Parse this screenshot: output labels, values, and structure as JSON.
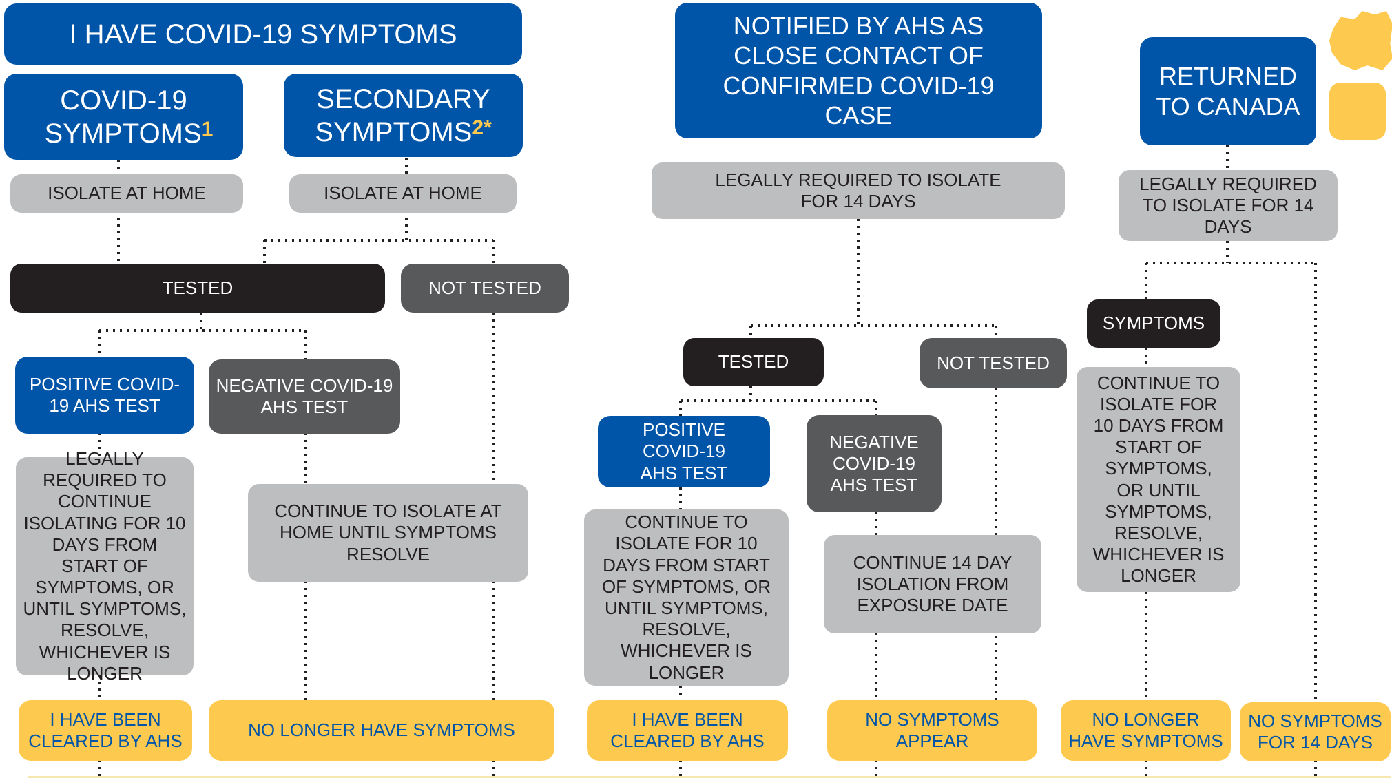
{
  "columns": [
    {
      "title": "I HAVE COVID-19 SYMPTOMS",
      "primary": {
        "label": "COVID-19 SYMPTOMS",
        "note": "1"
      },
      "secondary": {
        "label": "SECONDARY SYMPTOMS",
        "note": "2*"
      },
      "isolate_primary": "ISOLATE AT HOME",
      "isolate_secondary": "ISOLATE AT HOME",
      "tested": "TESTED",
      "not_tested": "NOT TESTED",
      "positive": "POSITIVE COVID-19 AHS TEST",
      "negative": "NEGATIVE COVID-19 AHS TEST",
      "positive_action": "LEGALLY REQUIRED TO CONTINUE ISOLATING FOR 10 DAYS FROM START OF SYMPTOMS, OR UNTIL SYMPTOMS, RESOLVE, WHICHEVER IS LONGER",
      "negative_action": "CONTINUE TO ISOLATE AT HOME UNTIL SYMPTOMS RESOLVE",
      "outcome_positive": "I HAVE BEEN CLEARED BY AHS",
      "outcome_negative": "NO LONGER HAVE SYMPTOMS"
    },
    {
      "title": "NOTIFIED BY AHS AS CLOSE CONTACT OF CONFIRMED COVID-19 CASE",
      "requirement": "LEGALLY REQUIRED TO ISOLATE FOR 14 DAYS",
      "tested": "TESTED",
      "not_tested": "NOT TESTED",
      "positive": "POSITIVE COVID-19 AHS TEST",
      "negative": "NEGATIVE COVID-19 AHS TEST",
      "positive_action": "CONTINUE TO ISOLATE FOR 10 DAYS FROM START OF SYMPTOMS, OR UNTIL SYMPTOMS, RESOLVE, WHICHEVER IS LONGER",
      "negative_action": "CONTINUE 14 DAY ISOLATION FROM EXPOSURE DATE",
      "outcome_positive": "I HAVE BEEN CLEARED BY AHS",
      "outcome_negative": "NO SYMPTOMS APPEAR"
    },
    {
      "title": "RETURNED TO CANADA",
      "requirement": "LEGALLY REQUIRED TO ISOLATE FOR 14 DAYS",
      "symptoms": "SYMPTOMS",
      "symptoms_action": "CONTINUE TO ISOLATE FOR 10 DAYS FROM START OF SYMPTOMS, OR UNTIL SYMPTOMS, RESOLVE, WHICHEVER IS LONGER",
      "outcome_symptoms": "NO LONGER HAVE SYMPTOMS",
      "outcome_no_symptoms": "NO SYMPTOMS FOR 14 DAYS"
    }
  ],
  "colors": {
    "blue": "#0055a8",
    "grey": "#bcbec0",
    "dark_grey": "#58595b",
    "black": "#231f20",
    "yellow": "#fdc94e"
  },
  "decorations": [
    "map-fragment-icon",
    "square-shape-icon"
  ]
}
